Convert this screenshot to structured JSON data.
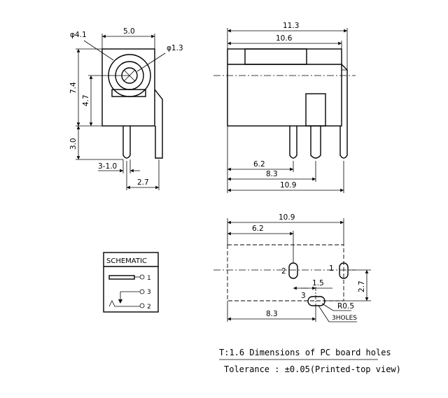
{
  "front_view": {
    "dim_diameter_outer": "φ4.1",
    "dim_width": "5.0",
    "dim_diameter_pin": "φ1.3",
    "dim_height_total": "7.4",
    "dim_height_center": "4.7",
    "dim_pin_length": "3.0",
    "dim_pin_offset": "3-1.0",
    "dim_pin_spacing": "2.7"
  },
  "side_view": {
    "dim_total_length": "11.3",
    "dim_body_length": "10.6",
    "dim_pin_a": "6.2",
    "dim_pin_b": "8.3",
    "dim_pin_c": "10.9"
  },
  "pcb_view": {
    "dim_total": "10.9",
    "dim_pin_a": "6.2",
    "dim_pin_b": "8.3",
    "dim_spacing": "1.5",
    "dim_vertical": "2.7",
    "dim_radius": "R0.5",
    "pin_label_1": "1",
    "pin_label_2": "2",
    "pin_label_3": "3",
    "holes_note": "3HOLES"
  },
  "schematic": {
    "title": "SCHEMATIC",
    "pin_1": "1",
    "pin_3": "3",
    "pin_2": "2"
  },
  "notes": {
    "line_1": "T:1.6  Dimensions of PC board holes",
    "line_2": "Tolerance : ±0.05(Printed-top view)"
  }
}
